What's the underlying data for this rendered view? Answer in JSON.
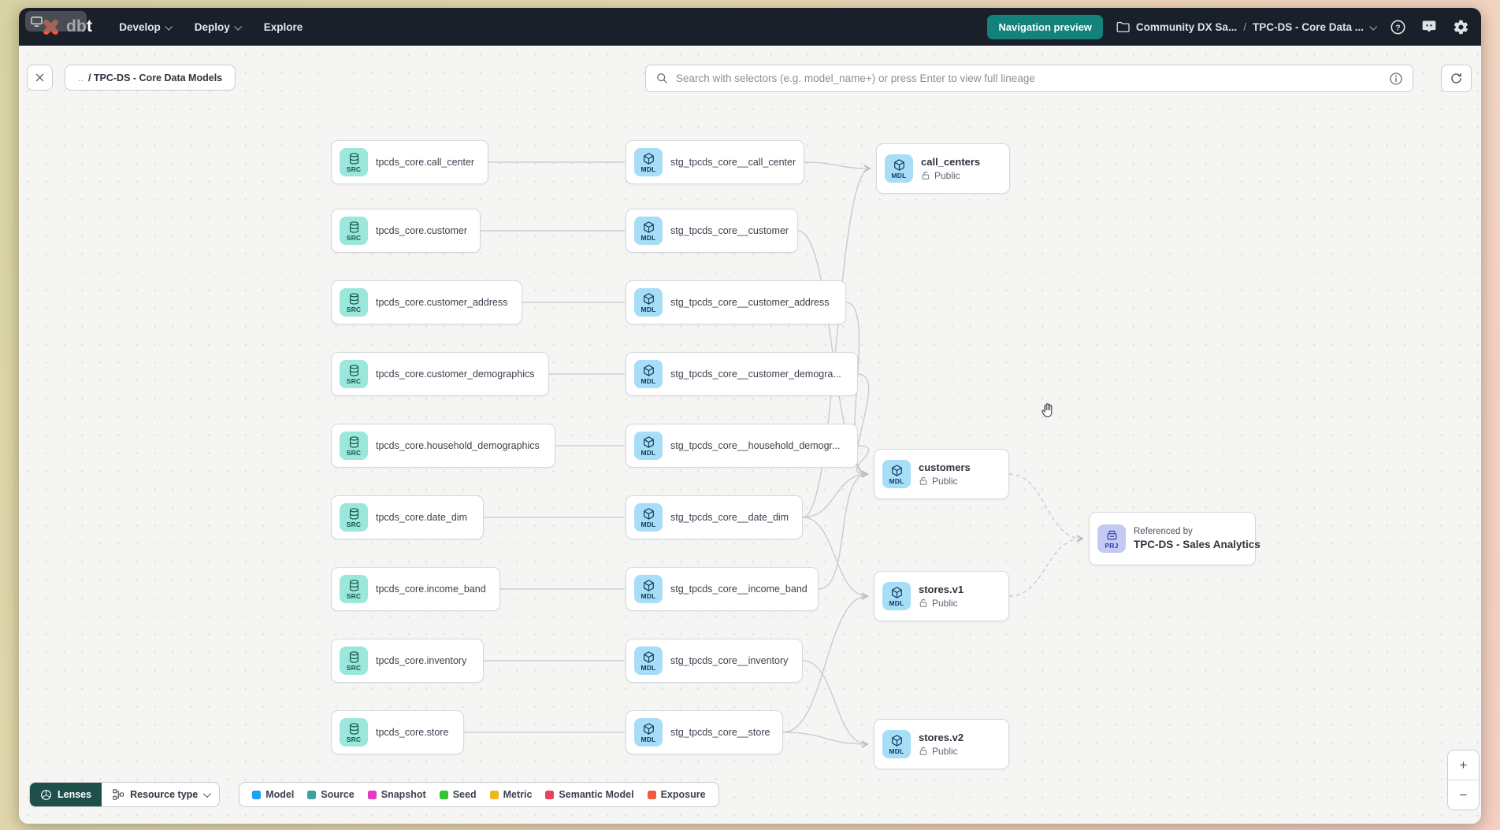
{
  "navbar": {
    "logo_text": "dbt",
    "menu": [
      {
        "label": "Develop",
        "chevron": true
      },
      {
        "label": "Deploy",
        "chevron": true
      },
      {
        "label": "Explore",
        "chevron": false
      }
    ],
    "navigation_preview_label": "Navigation preview",
    "project_breadcrumb": "Community DX Sa...",
    "breadcrumb_separator": "/",
    "page_breadcrumb": "TPC-DS - Core Data ...",
    "icons": [
      "folder-icon",
      "help-icon",
      "feedback-icon",
      "settings-icon"
    ]
  },
  "toolbar": {
    "back_chip_prefix": "..",
    "back_chip_label": "/ TPC-DS - Core Data Models",
    "search_placeholder": "Search with selectors (e.g. model_name+) or press Enter to view full lineage",
    "icons": [
      "close-icon",
      "search-icon",
      "info-icon",
      "refresh-icon"
    ]
  },
  "lineage": {
    "source_nodes": [
      {
        "id": "src0",
        "badge": "SRC",
        "label": "tpcds_core.call_center"
      },
      {
        "id": "src1",
        "badge": "SRC",
        "label": "tpcds_core.customer"
      },
      {
        "id": "src2",
        "badge": "SRC",
        "label": "tpcds_core.customer_address"
      },
      {
        "id": "src3",
        "badge": "SRC",
        "label": "tpcds_core.customer_demographics"
      },
      {
        "id": "src4",
        "badge": "SRC",
        "label": "tpcds_core.household_demographics"
      },
      {
        "id": "src5",
        "badge": "SRC",
        "label": "tpcds_core.date_dim"
      },
      {
        "id": "src6",
        "badge": "SRC",
        "label": "tpcds_core.income_band"
      },
      {
        "id": "src7",
        "badge": "SRC",
        "label": "tpcds_core.inventory"
      },
      {
        "id": "src8",
        "badge": "SRC",
        "label": "tpcds_core.store"
      }
    ],
    "staging_nodes": [
      {
        "id": "stg0",
        "badge": "MDL",
        "label": "stg_tpcds_core__call_center"
      },
      {
        "id": "stg1",
        "badge": "MDL",
        "label": "stg_tpcds_core__customer"
      },
      {
        "id": "stg2",
        "badge": "MDL",
        "label": "stg_tpcds_core__customer_address"
      },
      {
        "id": "stg3",
        "badge": "MDL",
        "label": "stg_tpcds_core__customer_demogra..."
      },
      {
        "id": "stg4",
        "badge": "MDL",
        "label": "stg_tpcds_core__household_demogr..."
      },
      {
        "id": "stg5",
        "badge": "MDL",
        "label": "stg_tpcds_core__date_dim"
      },
      {
        "id": "stg6",
        "badge": "MDL",
        "label": "stg_tpcds_core__income_band"
      },
      {
        "id": "stg7",
        "badge": "MDL",
        "label": "stg_tpcds_core__inventory"
      },
      {
        "id": "stg8",
        "badge": "MDL",
        "label": "stg_tpcds_core__store"
      }
    ],
    "public_nodes": [
      {
        "id": "mart0",
        "badge": "MDL",
        "label": "call_centers",
        "access": "Public"
      },
      {
        "id": "mart1",
        "badge": "MDL",
        "label": "customers",
        "access": "Public"
      },
      {
        "id": "mart2",
        "badge": "MDL",
        "label": "stores.v1",
        "access": "Public"
      },
      {
        "id": "mart3",
        "badge": "MDL",
        "label": "stores.v2",
        "access": "Public"
      }
    ],
    "project_node": {
      "id": "prj",
      "badge": "PRJ",
      "title": "Referenced by",
      "label": "TPC-DS - Sales Analytics"
    },
    "edges": [
      {
        "from": "src0",
        "to": "stg0",
        "style": "solid"
      },
      {
        "from": "src1",
        "to": "stg1",
        "style": "solid"
      },
      {
        "from": "src2",
        "to": "stg2",
        "style": "solid"
      },
      {
        "from": "src3",
        "to": "stg3",
        "style": "solid"
      },
      {
        "from": "src4",
        "to": "stg4",
        "style": "solid"
      },
      {
        "from": "src5",
        "to": "stg5",
        "style": "solid"
      },
      {
        "from": "src6",
        "to": "stg6",
        "style": "solid"
      },
      {
        "from": "src7",
        "to": "stg7",
        "style": "solid"
      },
      {
        "from": "src8",
        "to": "stg8",
        "style": "solid"
      },
      {
        "from": "stg0",
        "to": "mart0",
        "style": "solid"
      },
      {
        "from": "stg5",
        "to": "mart0",
        "style": "solid"
      },
      {
        "from": "stg1",
        "to": "mart1",
        "style": "solid"
      },
      {
        "from": "stg2",
        "to": "mart1",
        "style": "solid"
      },
      {
        "from": "stg3",
        "to": "mart1",
        "style": "solid"
      },
      {
        "from": "stg4",
        "to": "mart1",
        "style": "solid"
      },
      {
        "from": "stg5",
        "to": "mart1",
        "style": "solid"
      },
      {
        "from": "stg6",
        "to": "mart1",
        "style": "solid"
      },
      {
        "from": "stg5",
        "to": "mart2",
        "style": "solid"
      },
      {
        "from": "stg8",
        "to": "mart2",
        "style": "solid"
      },
      {
        "from": "stg7",
        "to": "mart3",
        "style": "solid"
      },
      {
        "from": "stg8",
        "to": "mart3",
        "style": "solid"
      },
      {
        "from": "mart1",
        "to": "prj",
        "style": "dashed"
      },
      {
        "from": "mart2",
        "to": "prj",
        "style": "dashed"
      }
    ]
  },
  "legend": {
    "lenses_label": "Lenses",
    "resource_type_label": "Resource type",
    "items": [
      {
        "label": "Model",
        "color": "#1da1f2"
      },
      {
        "label": "Source",
        "color": "#3aa39e"
      },
      {
        "label": "Snapshot",
        "color": "#e23bc0"
      },
      {
        "label": "Seed",
        "color": "#2ec732"
      },
      {
        "label": "Metric",
        "color": "#efb718"
      },
      {
        "label": "Semantic Model",
        "color": "#e9415e"
      },
      {
        "label": "Exposure",
        "color": "#f05b3c"
      }
    ]
  },
  "zoom_controls": {
    "zoom_in_label": "+",
    "zoom_out_label": "−"
  }
}
